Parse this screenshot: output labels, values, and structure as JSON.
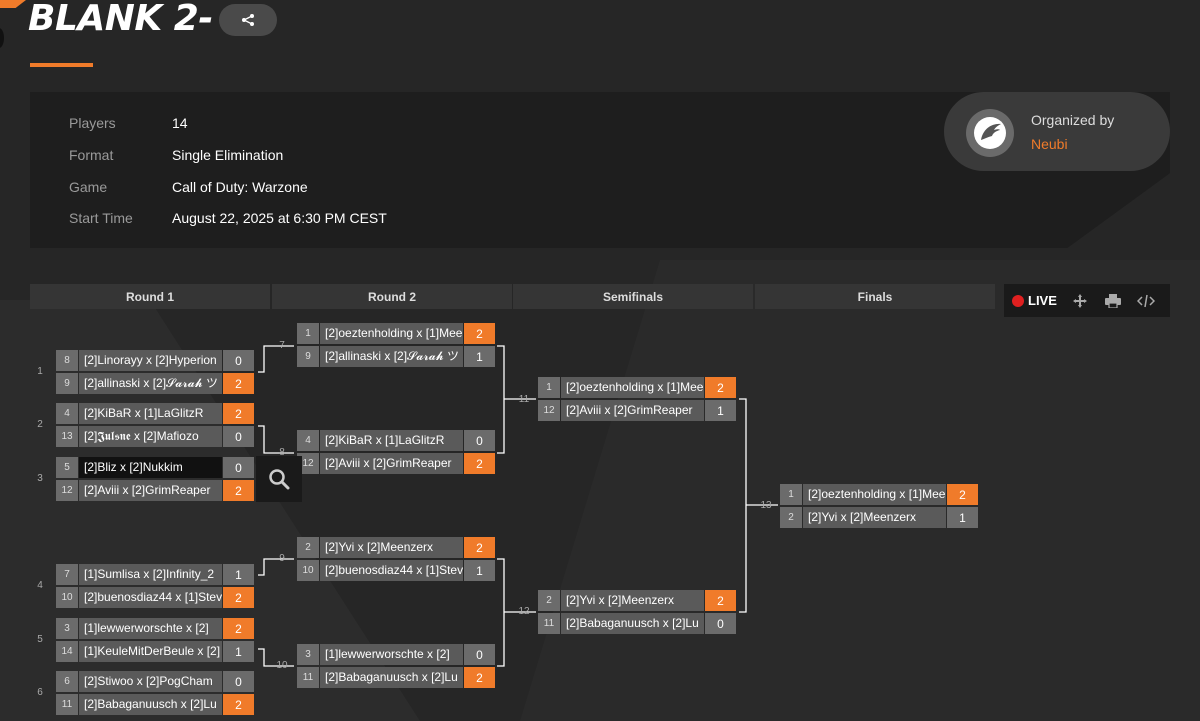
{
  "header": {
    "title": "BLANK 2-"
  },
  "info": {
    "rows": [
      {
        "label": "Players",
        "value": "14"
      },
      {
        "label": "Format",
        "value": "Single Elimination"
      },
      {
        "label": "Game",
        "value": "Call of Duty: Warzone"
      },
      {
        "label": "Start Time",
        "value": "August 22, 2025 at 6:30 PM CEST"
      }
    ]
  },
  "organizer": {
    "label": "Organized by",
    "name": "Neubi"
  },
  "rounds": [
    "Round 1",
    "Round 2",
    "Semifinals",
    "Finals"
  ],
  "toolbar": {
    "live": "LIVE"
  },
  "colors": {
    "accent": "#f07b2a",
    "live": "#e02020"
  },
  "icons": [
    "share-icon",
    "move-icon",
    "print-icon",
    "embed-code-icon",
    "search-icon"
  ],
  "matches": [
    {
      "num": "1",
      "top": {
        "seed": "8",
        "name": "[2]Linorayy x [2]Hyperion",
        "score": "0"
      },
      "bottom": {
        "seed": "9",
        "name": "[2]allinaski x [2]𝓢𝓪𝓻𝓪𝓱 ツ",
        "score": "2",
        "win": true
      }
    },
    {
      "num": "2",
      "top": {
        "seed": "4",
        "name": "[2]KiBaR x [1]LaGlitzR",
        "score": "2",
        "win": true
      },
      "bottom": {
        "seed": "13",
        "name": "[2]𝕵𝖚𝖑𝖘𝖓𝖊 x [2]Mafiozo",
        "score": "0"
      }
    },
    {
      "num": "3",
      "top": {
        "seed": "5",
        "name": "[2]Bliz x [2]Nukkim",
        "score": "0",
        "dark": true
      },
      "bottom": {
        "seed": "12",
        "name": "[2]Aviii x [2]GrimReaper",
        "score": "2",
        "win": true
      }
    },
    {
      "num": "4",
      "top": {
        "seed": "7",
        "name": "[1]Sumlisa x [2]Infinity_2",
        "score": "1"
      },
      "bottom": {
        "seed": "10",
        "name": "[2]buenosdiaz44 x [1]Stev",
        "score": "2",
        "win": true
      }
    },
    {
      "num": "5",
      "top": {
        "seed": "3",
        "name": "[1]lewwerworschte x [2]",
        "score": "2",
        "win": true
      },
      "bottom": {
        "seed": "14",
        "name": "[1]KeuleMitDerBeule x [2]",
        "score": "1"
      }
    },
    {
      "num": "6",
      "top": {
        "seed": "6",
        "name": "[2]Stiwoo x [2]PogCham",
        "score": "0"
      },
      "bottom": {
        "seed": "11",
        "name": "[2]Babaganuusch x [2]Lu",
        "score": "2",
        "win": true
      }
    },
    {
      "num": "7",
      "top": {
        "seed": "1",
        "name": "[2]oeztenholding x [1]Mee",
        "score": "2",
        "win": true
      },
      "bottom": {
        "seed": "9",
        "name": "[2]allinaski x [2]𝓢𝓪𝓻𝓪𝓱 ツ",
        "score": "1"
      }
    },
    {
      "num": "8",
      "top": {
        "seed": "4",
        "name": "[2]KiBaR x [1]LaGlitzR",
        "score": "0"
      },
      "bottom": {
        "seed": "12",
        "name": "[2]Aviii x [2]GrimReaper",
        "score": "2",
        "win": true
      }
    },
    {
      "num": "9",
      "top": {
        "seed": "2",
        "name": "[2]Yvi x [2]Meenzerx",
        "score": "2",
        "win": true
      },
      "bottom": {
        "seed": "10",
        "name": "[2]buenosdiaz44 x [1]Stev",
        "score": "1"
      }
    },
    {
      "num": "10",
      "top": {
        "seed": "3",
        "name": "[1]lewwerworschte x [2]",
        "score": "0"
      },
      "bottom": {
        "seed": "11",
        "name": "[2]Babaganuusch x [2]Lu",
        "score": "2",
        "win": true
      }
    },
    {
      "num": "11",
      "top": {
        "seed": "1",
        "name": "[2]oeztenholding x [1]Mee",
        "score": "2",
        "win": true
      },
      "bottom": {
        "seed": "12",
        "name": "[2]Aviii x [2]GrimReaper",
        "score": "1"
      }
    },
    {
      "num": "12",
      "top": {
        "seed": "2",
        "name": "[2]Yvi x [2]Meenzerx",
        "score": "2",
        "win": true
      },
      "bottom": {
        "seed": "11",
        "name": "[2]Babaganuusch x [2]Lu",
        "score": "0"
      }
    },
    {
      "num": "13",
      "top": {
        "seed": "1",
        "name": "[2]oeztenholding x [1]Mee",
        "score": "2",
        "win": true
      },
      "bottom": {
        "seed": "2",
        "name": "[2]Yvi x [2]Meenzerx",
        "score": "1"
      }
    }
  ]
}
